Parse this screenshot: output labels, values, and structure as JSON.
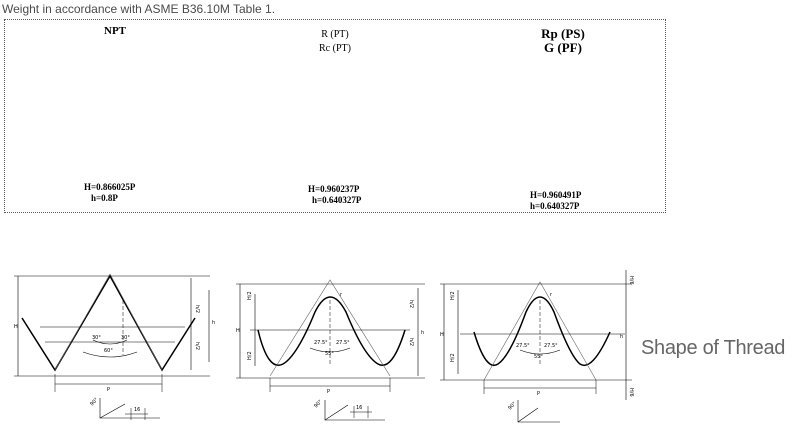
{
  "caption": "Weight in accordance with ASME B36.10M Table 1.",
  "table": {
    "columns": [
      {
        "title_lines": [
          "NPT"
        ],
        "formula_lines": [
          "H=0.866025P",
          "h=0.8P"
        ]
      },
      {
        "title_lines": [
          "R (PT)",
          "Rc (PT)"
        ],
        "formula_lines": [
          "H=0.960237P",
          "h=0.640327P"
        ]
      },
      {
        "title_lines": [
          "Rp (PS)",
          "G (PF)"
        ],
        "formula_lines": [
          "H=0.960491P",
          "h=0.640327P"
        ]
      }
    ]
  },
  "figures": [
    {
      "angle_half": "30°",
      "angle_full": "60°",
      "taper_angle": "90°",
      "taper_ratio": "16"
    },
    {
      "angle_half": "27.5°",
      "angle_full": "55°",
      "taper_angle": "90°",
      "taper_ratio": "16"
    },
    {
      "angle_half": "27.5°",
      "angle_full": "55°",
      "taper_angle": "90°",
      "taper_ratio": ""
    }
  ],
  "figure_text": {
    "pitch": "P",
    "height_H": "H",
    "height_h": "h",
    "radius": "r",
    "half_H": "H/2",
    "half_h": "h/2",
    "sixth_H": "H/6"
  },
  "thread_label": "Shape of Thread"
}
